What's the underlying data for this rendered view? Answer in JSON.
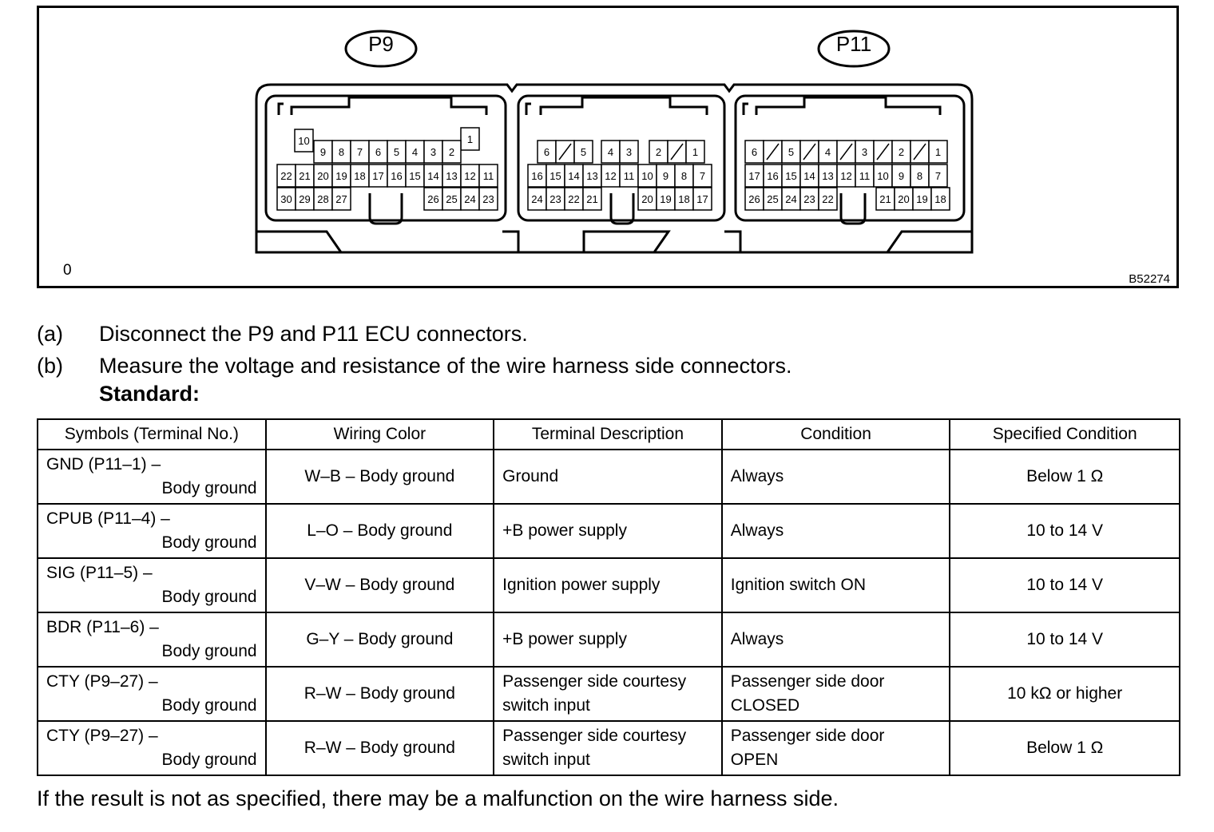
{
  "figure": {
    "connector_labels": [
      "P9",
      "P11"
    ],
    "corner_mark": "0",
    "figure_code": "B52274",
    "p9_pins": {
      "top_left": "10",
      "top_right": "1",
      "row1": [
        "9",
        "8",
        "7",
        "6",
        "5",
        "4",
        "3",
        "2"
      ],
      "row2": [
        "22",
        "21",
        "20",
        "19",
        "18",
        "17",
        "16",
        "15",
        "14",
        "13",
        "12",
        "11"
      ],
      "row3_left": [
        "30",
        "29",
        "28",
        "27"
      ],
      "row3_right": [
        "26",
        "25",
        "24",
        "23"
      ]
    },
    "mid_pins": {
      "row1_left": [
        "6",
        "",
        "5"
      ],
      "row1_mid": [
        "4",
        "3"
      ],
      "row1_right": [
        "2",
        "",
        "1"
      ],
      "row2": [
        "16",
        "15",
        "14",
        "13",
        "12",
        "11",
        "10",
        "9",
        "8",
        "7"
      ],
      "row3_left": [
        "24",
        "23",
        "22",
        "21"
      ],
      "row3_right": [
        "20",
        "19",
        "18",
        "17"
      ]
    },
    "p11_pins": {
      "row1": [
        "6",
        "",
        "5",
        "",
        "4",
        "",
        "3",
        "",
        "2",
        "",
        "1"
      ],
      "row2": [
        "17",
        "16",
        "15",
        "14",
        "13",
        "12",
        "11",
        "10",
        "9",
        "8",
        "7"
      ],
      "row3_left": [
        "26",
        "25",
        "24",
        "23",
        "22"
      ],
      "row3_right": [
        "21",
        "20",
        "19",
        "18"
      ]
    }
  },
  "steps": [
    {
      "tag": "(a)",
      "text": "Disconnect the P9 and P11 ECU connectors."
    },
    {
      "tag": "(b)",
      "text": "Measure the voltage and resistance of the wire harness side connectors."
    }
  ],
  "standard_label": "Standard:",
  "table": {
    "headers": [
      "Symbols (Terminal No.)",
      "Wiring Color",
      "Terminal Description",
      "Condition",
      "Specified Condition"
    ],
    "rows": [
      {
        "sym1": "GND (P11–1) –",
        "sym2": "Body ground",
        "color": "W–B – Body ground",
        "desc": "Ground",
        "cond": "Always",
        "spec": "Below 1 Ω"
      },
      {
        "sym1": "CPUB (P11–4) –",
        "sym2": "Body ground",
        "color": "L–O – Body ground",
        "desc": "+B power supply",
        "cond": "Always",
        "spec": "10 to 14 V"
      },
      {
        "sym1": "SIG (P11–5) –",
        "sym2": "Body ground",
        "color": "V–W – Body ground",
        "desc": "Ignition power supply",
        "cond": "Ignition switch ON",
        "spec": "10 to 14 V"
      },
      {
        "sym1": "BDR (P11–6) –",
        "sym2": "Body ground",
        "color": "G–Y – Body ground",
        "desc": "+B power supply",
        "cond": "Always",
        "spec": "10 to 14 V"
      },
      {
        "sym1": "CTY (P9–27) –",
        "sym2": "Body ground",
        "color": "R–W – Body ground",
        "desc1": "Passenger side courtesy",
        "desc2": "switch input",
        "cond1": "Passenger side door",
        "cond2": "CLOSED",
        "spec": "10 kΩ or higher"
      },
      {
        "sym1": "CTY (P9–27) –",
        "sym2": "Body ground",
        "color": "R–W – Body ground",
        "desc1": "Passenger side courtesy",
        "desc2": "switch input",
        "cond1": "Passenger side door",
        "cond2": "OPEN",
        "spec": "Below 1 Ω"
      }
    ]
  },
  "footer": "If the result is not as specified, there may be a malfunction on the wire harness side."
}
